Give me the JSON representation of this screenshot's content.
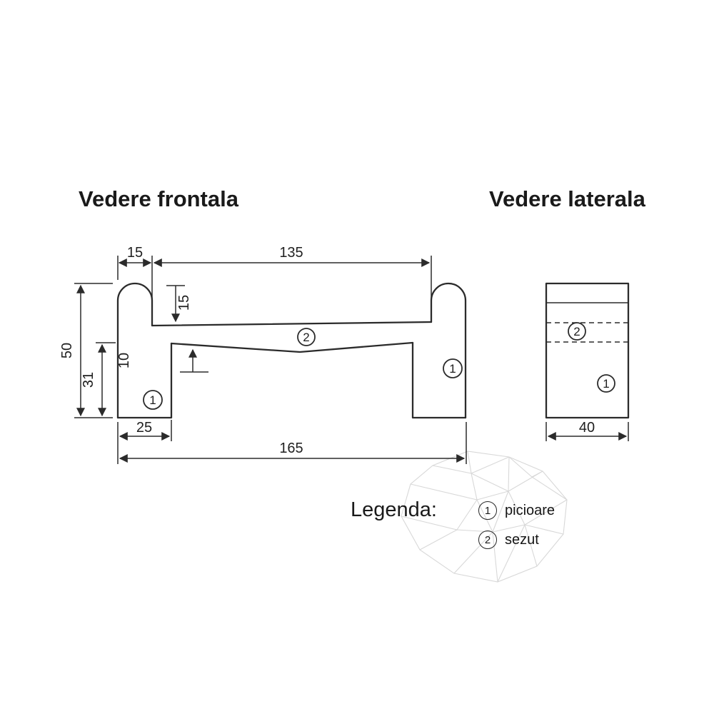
{
  "titles": {
    "front_view": "Vedere frontala",
    "side_view": "Vedere laterala"
  },
  "front_view": {
    "dims": {
      "leg_top_width": "15",
      "seat_span": "135",
      "total_height": "50",
      "leg_lower_height": "31",
      "seat_thickness": "15",
      "seat_dip": "10",
      "leg_width": "25",
      "total_width": "165"
    },
    "labels": {
      "left_leg": "1",
      "right_leg": "1",
      "seat": "2"
    }
  },
  "side_view": {
    "dims": {
      "depth": "40"
    },
    "labels": {
      "seat": "2",
      "leg": "1"
    }
  },
  "legend": {
    "title": "Legenda:",
    "items": [
      {
        "number": "1",
        "label": "picioare"
      },
      {
        "number": "2",
        "label": "sezut"
      }
    ]
  },
  "colors": {
    "line": "#2b2b2b",
    "text": "#1f1f1f",
    "watermark": "#d8d8d8"
  }
}
